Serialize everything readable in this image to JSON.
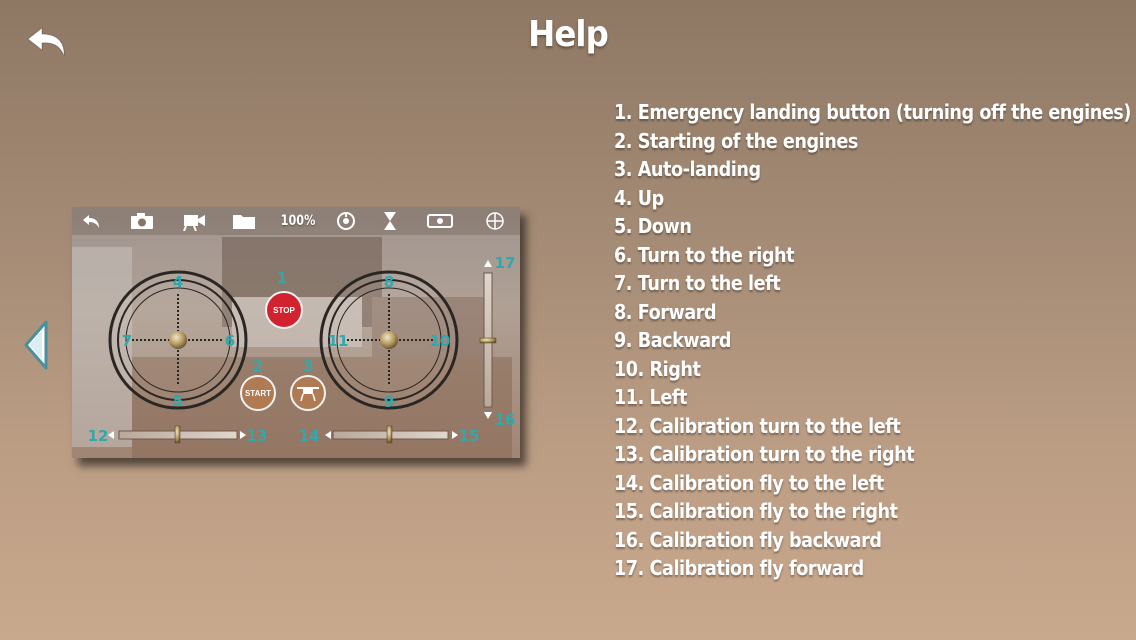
{
  "header": {
    "title": "Help",
    "back_icon": "undo-arrow-icon"
  },
  "navigation": {
    "prev_icon": "chevron-left-icon"
  },
  "preview": {
    "toolbar": {
      "zoom_label": "100%",
      "icons": [
        "undo-icon",
        "camera-icon",
        "video-camera-icon",
        "folder-icon",
        "zoom-label",
        "gyro-icon",
        "hourglass-icon",
        "vr-headset-icon",
        "crosshair-icon"
      ]
    },
    "stop_label": "STOP",
    "start_label": "START",
    "callouts": {
      "n1": "1",
      "n2": "2",
      "n3": "3",
      "n4": "4",
      "n5": "5",
      "n6": "6",
      "n7": "7",
      "n8": "8",
      "n9": "9",
      "n10": "10",
      "n11": "11",
      "n12": "12",
      "n13": "13",
      "n14": "14",
      "n15": "15",
      "n16": "16",
      "n17": "17"
    }
  },
  "help_items": [
    "1. Emergency landing button (turning off the engines)",
    "2. Starting of the engines",
    "3. Auto-landing",
    "4. Up",
    "5. Down",
    "6. Turn to the right",
    "7. Turn to the left",
    "8. Forward",
    "9. Backward",
    "10. Right",
    "11. Left",
    "12. Calibration turn to the left",
    "13. Calibration turn to the right",
    "14. Calibration fly to the left",
    "15. Calibration fly to the right",
    "16. Calibration fly backward",
    "17. Calibration fly forward"
  ],
  "colors": {
    "callout": "#2fa8ae",
    "stop_button": "#d3222f",
    "start_button": "#b07a52"
  }
}
